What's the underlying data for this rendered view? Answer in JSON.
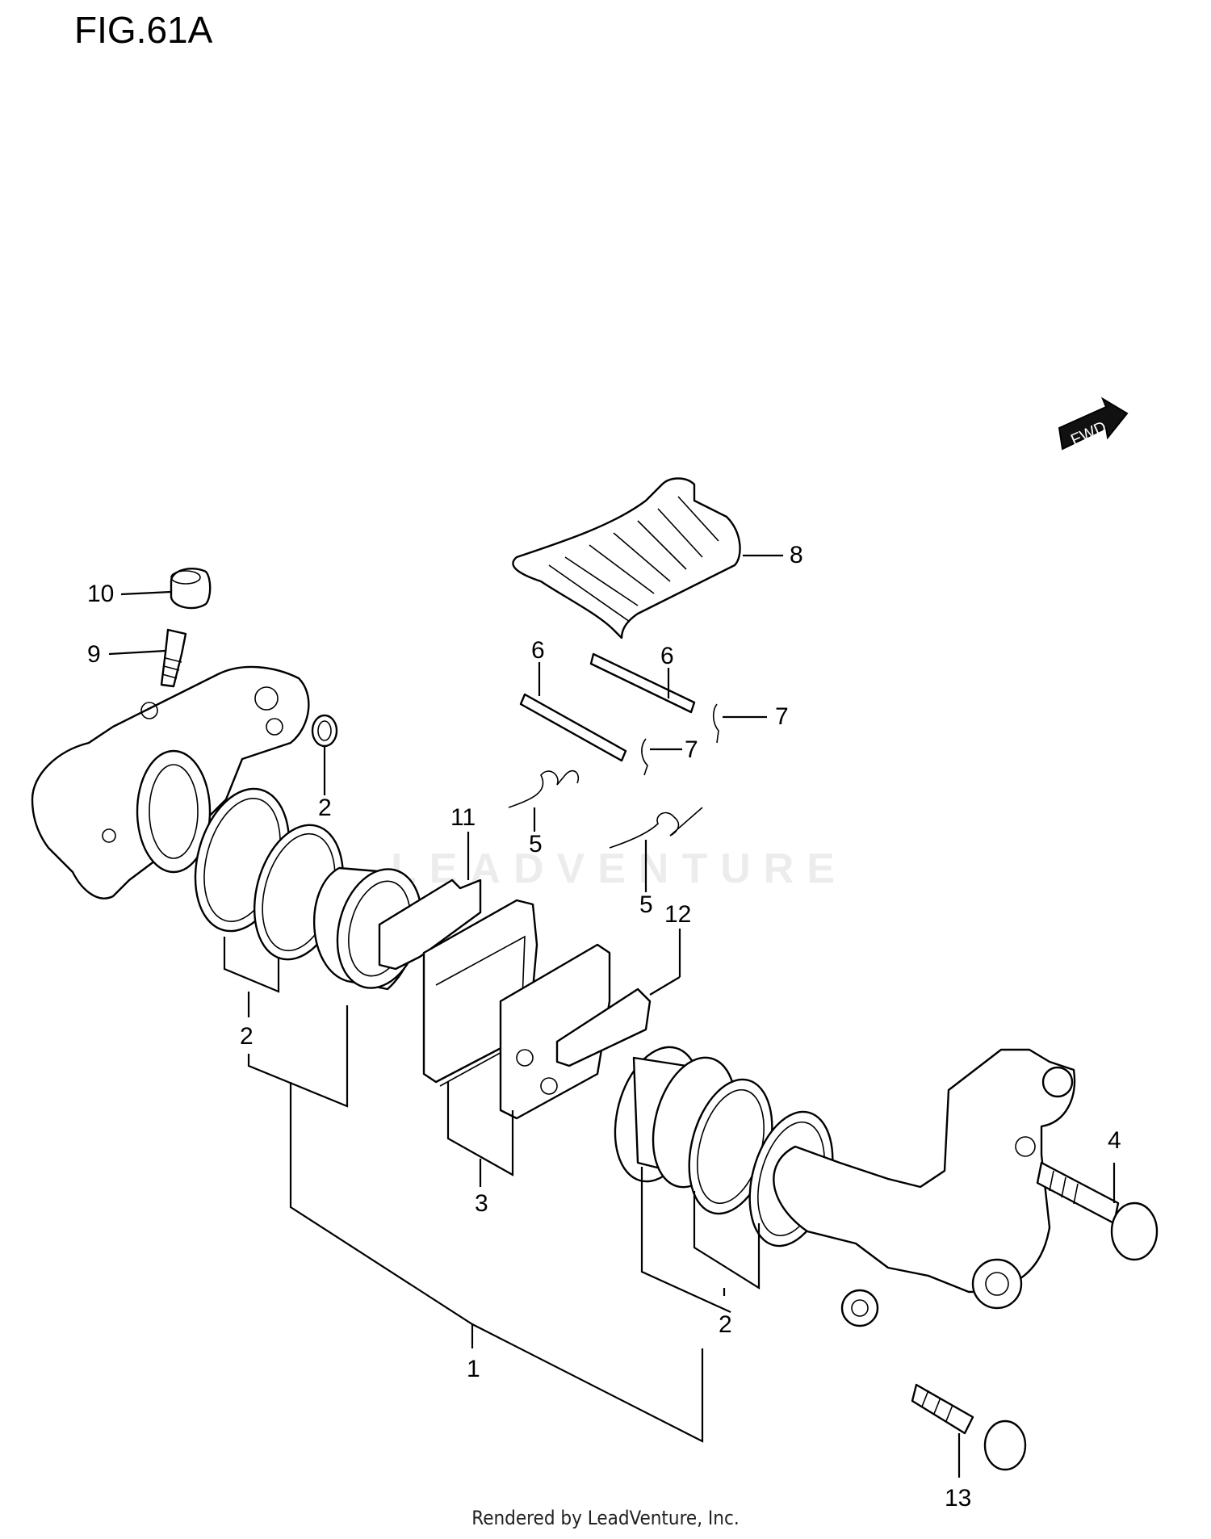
{
  "figure_title": "FIG.61A",
  "fwd_label": "FWD",
  "watermark": "LEADVENTURE",
  "footer": "Rendered by LeadVenture, Inc.",
  "callouts": {
    "c1": "1",
    "c2a": "2",
    "c2b": "2",
    "c2c": "2",
    "c3": "3",
    "c4": "4",
    "c5a": "5",
    "c5b": "5",
    "c6a": "6",
    "c6b": "6",
    "c7a": "7",
    "c7b": "7",
    "c8": "8",
    "c9": "9",
    "c10": "10",
    "c11": "11",
    "c12": "12",
    "c13": "13"
  }
}
